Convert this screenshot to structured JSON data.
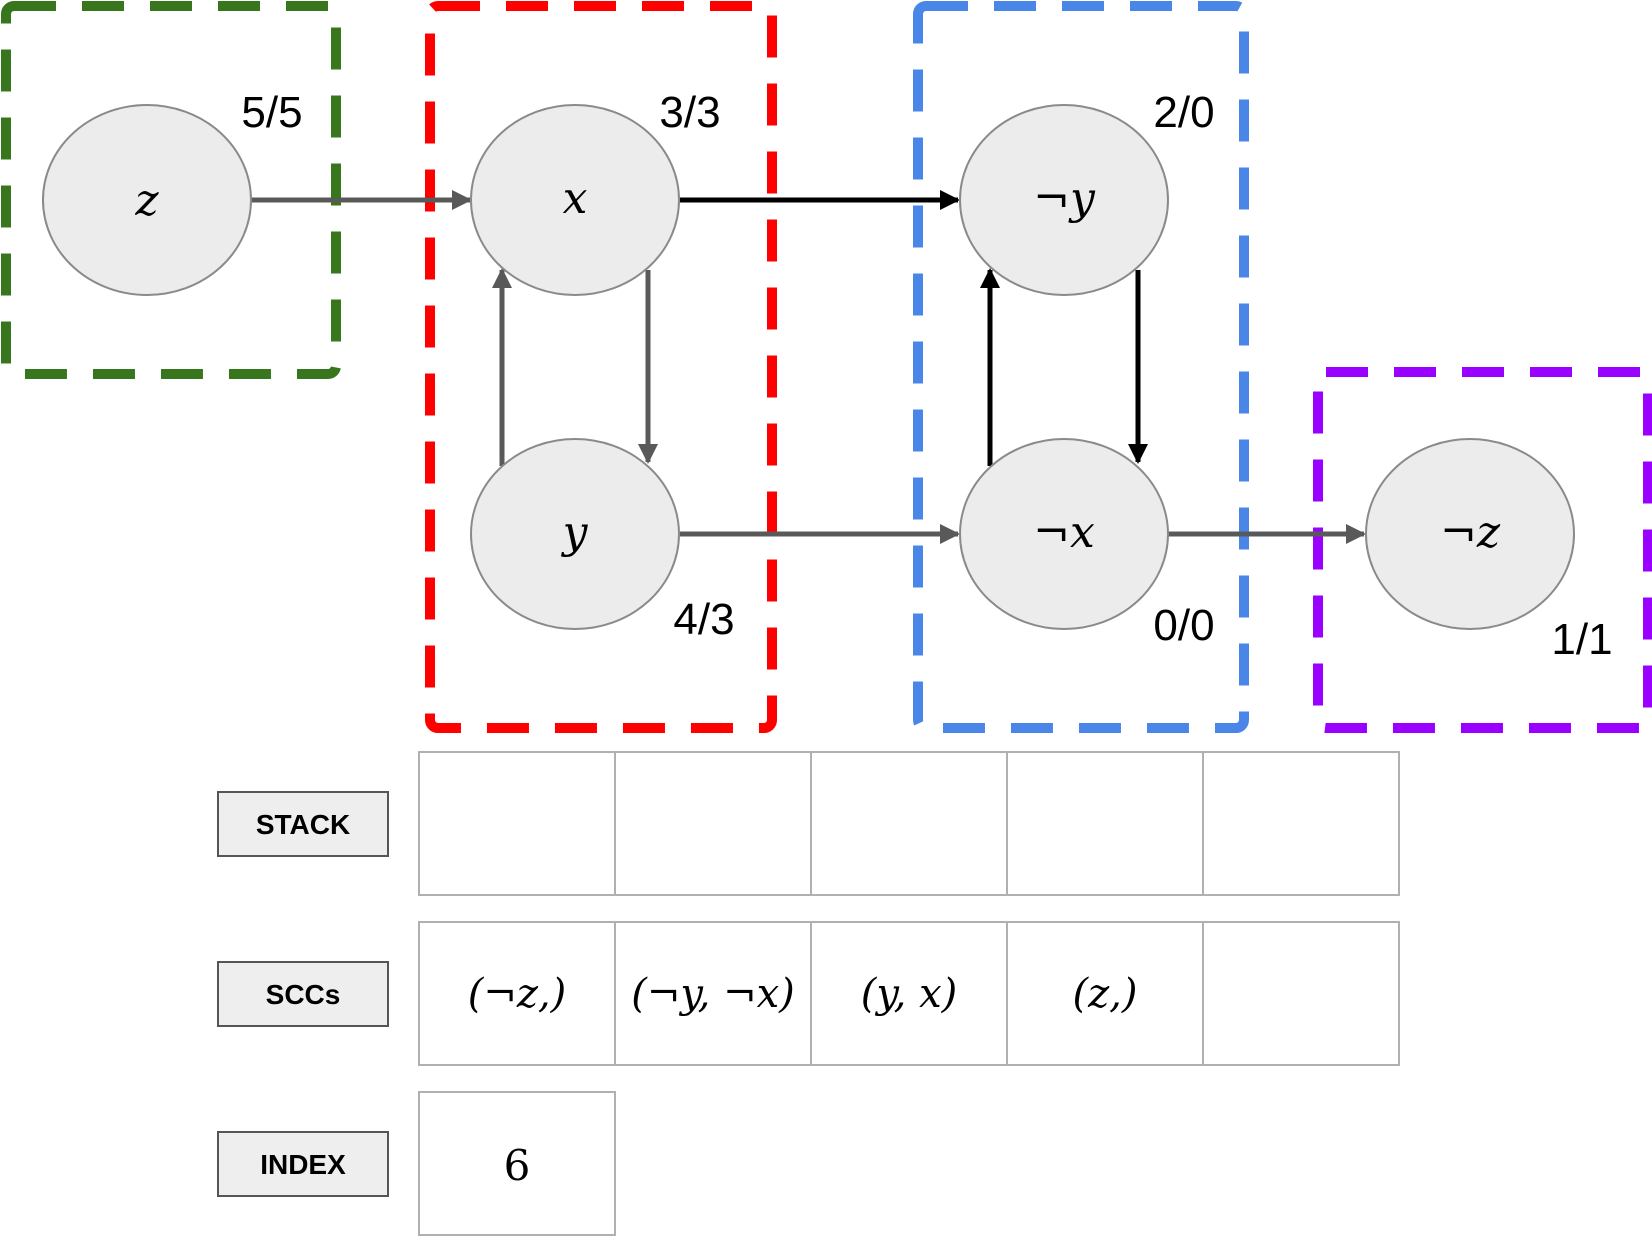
{
  "nodes": [
    {
      "id": "z",
      "label": "z",
      "counts": "5/5"
    },
    {
      "id": "x",
      "label": "x",
      "counts": "3/3"
    },
    {
      "id": "y",
      "label": "y",
      "counts": "4/3"
    },
    {
      "id": "not-y",
      "label": "¬y",
      "counts": "2/0"
    },
    {
      "id": "not-x",
      "label": "¬x",
      "counts": "0/0"
    },
    {
      "id": "not-z",
      "label": "¬z",
      "counts": "1/1"
    }
  ],
  "groups": [
    {
      "id": "green",
      "color": "#38761d"
    },
    {
      "id": "red",
      "color": "#ff0000"
    },
    {
      "id": "blue",
      "color": "#4a86e8"
    },
    {
      "id": "purple",
      "color": "#9900ff"
    }
  ],
  "colors": {
    "node_fill": "#ececec",
    "node_stroke": "#8a8a8a",
    "gray_edge": "#595959",
    "black_edge": "#000000"
  },
  "stack": {
    "title": "STACK",
    "cells": [
      "",
      "",
      "",
      "",
      ""
    ]
  },
  "sccs": {
    "title": "SCCs",
    "cells": [
      "(¬z,)",
      "(¬y, ¬x)",
      "(y,  x)",
      "(z,)",
      ""
    ]
  },
  "index": {
    "title": "INDEX",
    "value": "6"
  }
}
